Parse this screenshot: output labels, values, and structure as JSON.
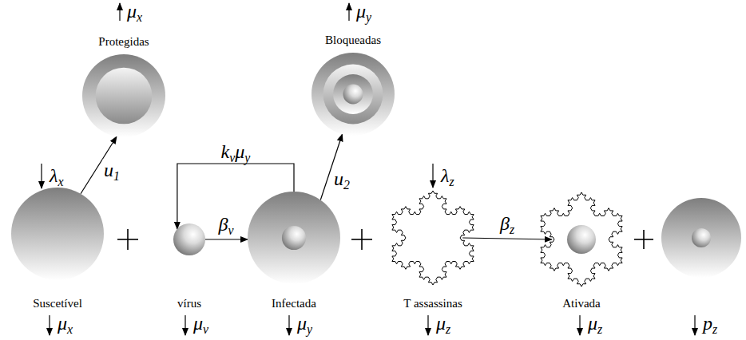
{
  "diagram": {
    "nodes": [
      {
        "text": [
          "Protegidas"
        ]
      },
      {
        "text": [
          "Bloqueadas"
        ]
      },
      {
        "text": [
          "Suscetível"
        ]
      },
      {
        "text": [
          "vírus"
        ]
      },
      {
        "text": [
          "Infectada"
        ]
      },
      {
        "text": [
          "T assassinas"
        ]
      },
      {
        "text": [
          "Ativada"
        ]
      }
    ],
    "edges": [
      {
        "from": 2,
        "to": 0,
        "label": "u1",
        "arrow": "to"
      },
      {
        "from": 4,
        "to": 3,
        "label": "kvμy",
        "arrow": "to"
      },
      {
        "from": 3,
        "to": 4,
        "label": "βv",
        "arrow": "to"
      },
      {
        "from": 4,
        "to": 1,
        "label": "u2",
        "arrow": "to"
      },
      {
        "from": 5,
        "to": 6,
        "label": "βz",
        "arrow": "to"
      }
    ],
    "labels": [
      "μx",
      "μy",
      "λx",
      "λz",
      "μx",
      "μv",
      "μy",
      "μz",
      "μz",
      "pz"
    ]
  }
}
